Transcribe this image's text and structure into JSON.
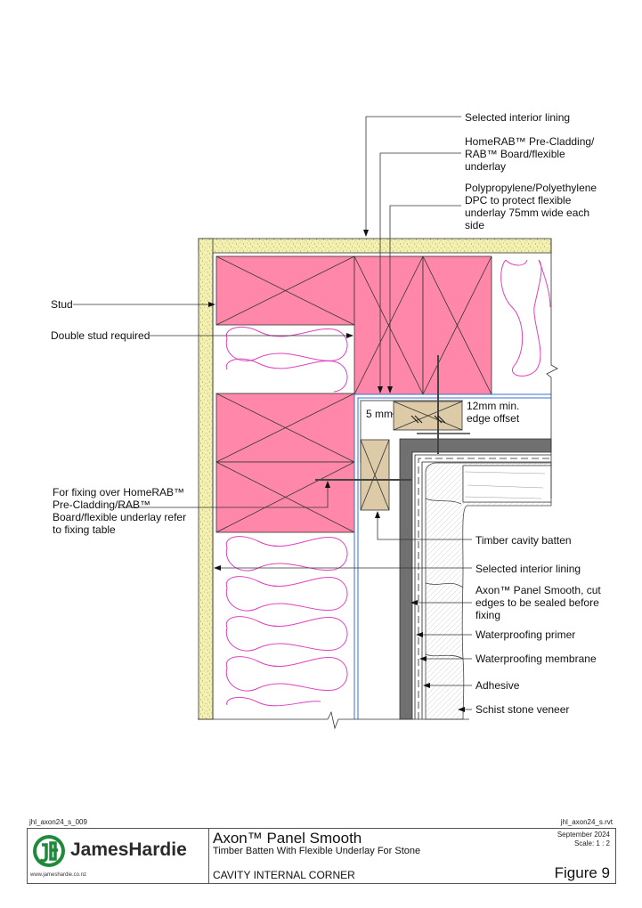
{
  "callouts": {
    "selected_interior_lining_top": "Selected interior lining",
    "homerab": "HomeRAB™ Pre-Cladding/\nRAB™ Board/flexible\nunderlay",
    "dpc": "Polypropylene/Polyethylene\nDPC to protect flexible\nunderlay 75mm wide each\nside",
    "stud": "Stud",
    "double_stud": "Double stud required",
    "fixing_note": "For fixing over HomeRAB™\nPre-Cladding/RAB™\nBoard/flexible underlay refer\nto fixing table",
    "dim_5mm": "5 mm",
    "edge_offset": "12mm min.\nedge offset",
    "timber_batten": "Timber cavity batten",
    "selected_interior_lining": "Selected interior lining",
    "axon_panel": "Axon™ Panel Smooth, cut\nedges to be sealed before\nfixing",
    "wp_primer": "Waterproofing primer",
    "wp_membrane": "Waterproofing membrane",
    "adhesive": "Adhesive",
    "schist": "Schist stone veneer"
  },
  "file_left": "jhl_axon24_s_009",
  "file_right": "jhl_axon24_s.rvt",
  "title_block": {
    "brand": "JamesHardie",
    "url": "www.jameshardie.co.nz",
    "title": "Axon™ Panel Smooth",
    "subtitle": "Timber Batten With Flexible Underlay For Stone",
    "section": "CAVITY INTERNAL CORNER",
    "date": "September 2024",
    "scale": "Scale: 1 : 2",
    "figure": "Figure 9"
  },
  "colors": {
    "stud": "#ff88aa",
    "insulation_line": "#e040c0",
    "lining": "#f4f0b0",
    "batten": "#ddcba8",
    "panel": "#707070",
    "underlay": "#3a6fd0",
    "logo_green": "#1f8a3b"
  }
}
